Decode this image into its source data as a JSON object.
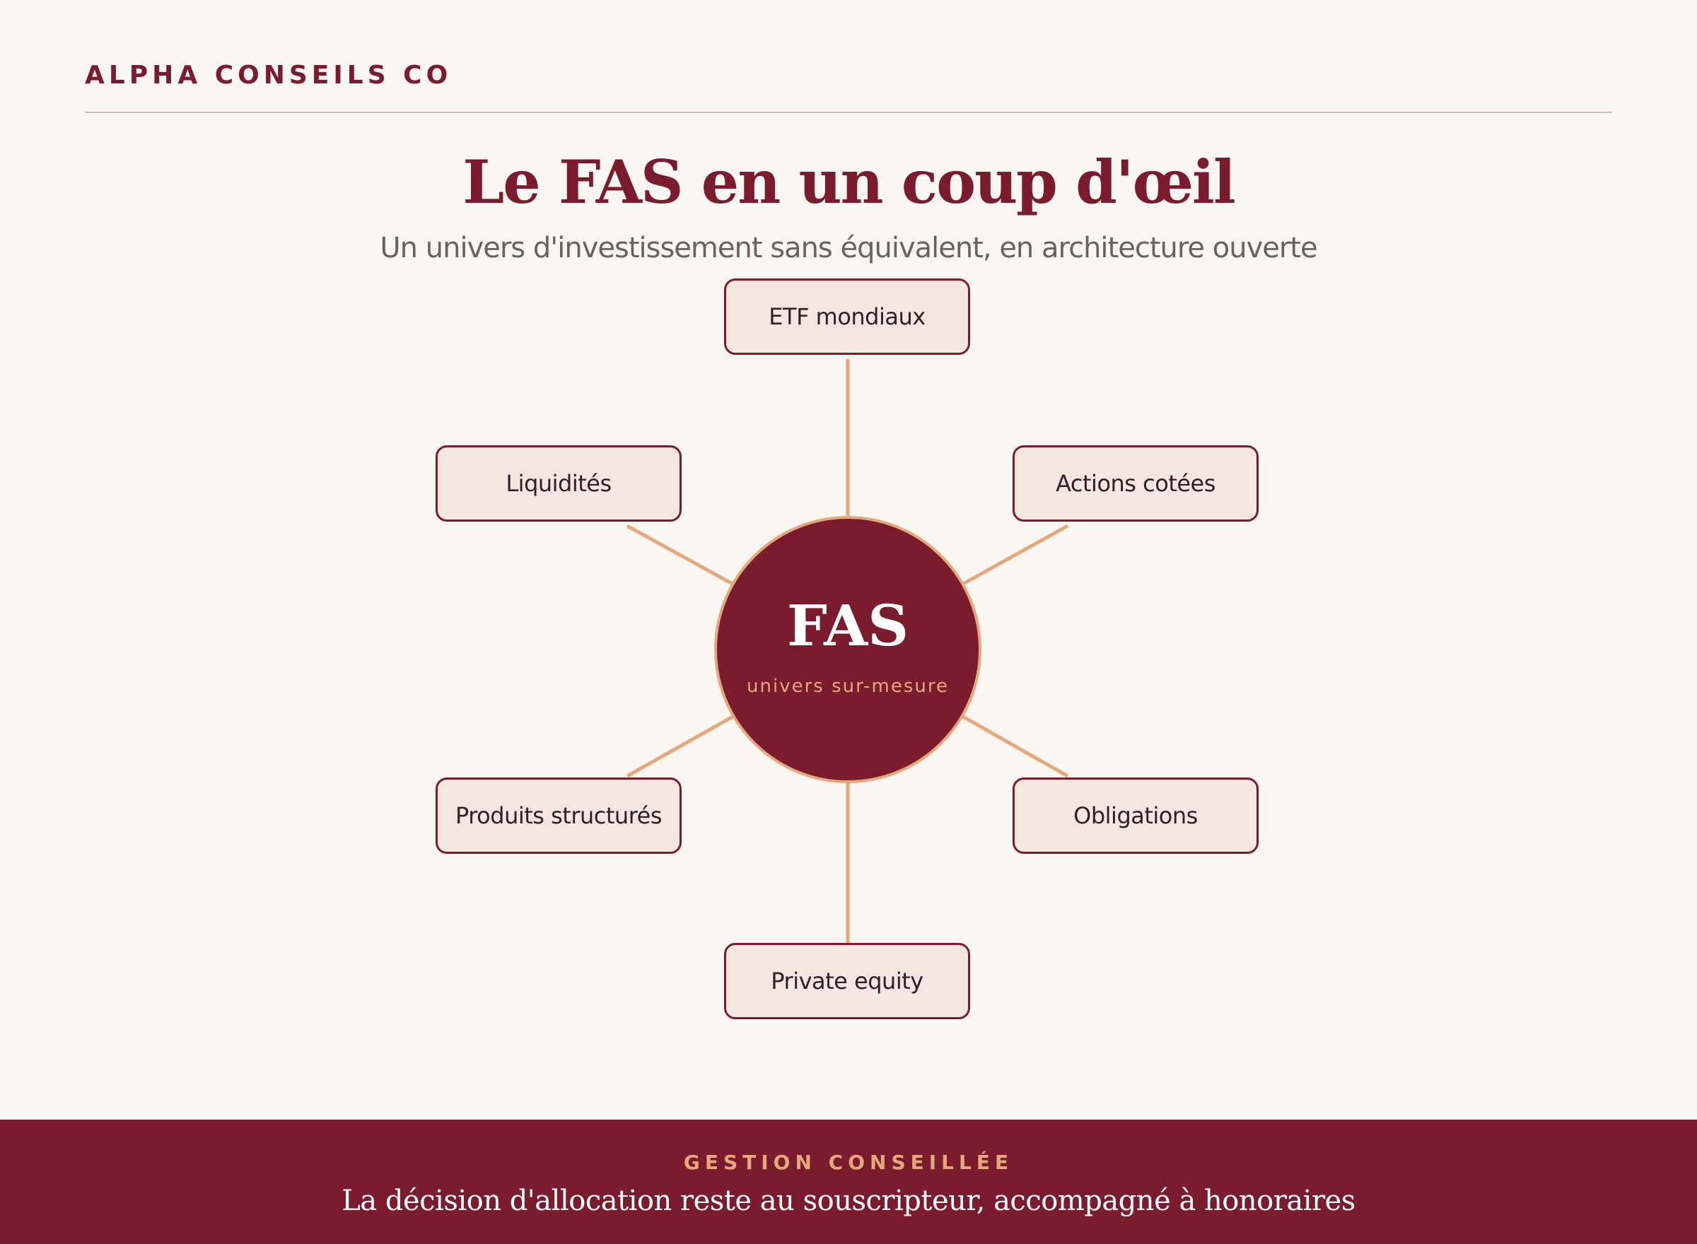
{
  "brand": "ALPHA CONSEILS CO",
  "title": "Le FAS en un coup d'œil",
  "subtitle": "Un univers d'investissement sans équivalent, en architecture ouverte",
  "diagram": {
    "center": {
      "label": "FAS",
      "sublabel": "univers sur-mesure"
    },
    "nodes": [
      {
        "label": "ETF mondiaux"
      },
      {
        "label": "Actions cotées"
      },
      {
        "label": "Obligations"
      },
      {
        "label": "Private equity"
      },
      {
        "label": "Produits structurés"
      },
      {
        "label": "Liquidités"
      }
    ]
  },
  "footer": {
    "kicker": "GESTION CONSEILLÉE",
    "text": "La décision d'allocation reste au souscripteur, accompagné à honoraires"
  },
  "colors": {
    "primary": "#7b1c2e",
    "accent": "#e4a87a",
    "background": "#faf6f1",
    "node_fill": "#f4e7df",
    "text": "#2b2323",
    "muted": "#6a625e"
  }
}
